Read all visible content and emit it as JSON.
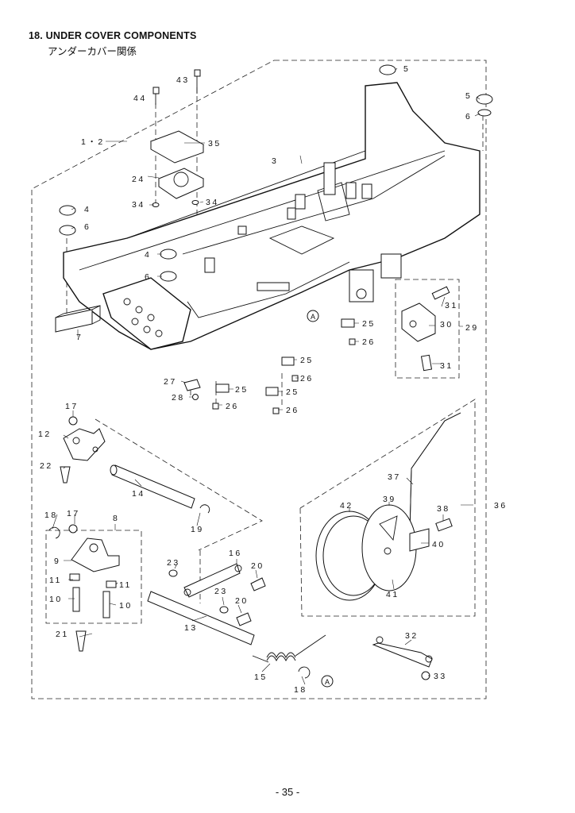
{
  "header": {
    "title": "18. UNDER COVER COMPONENTS",
    "subtitle": "アンダーカバー関係"
  },
  "footer": {
    "page_number": "- 35 -"
  },
  "callouts": {
    "c43": "43",
    "c44": "44",
    "c12": "1・2",
    "c35": "35",
    "c3": "3",
    "c24": "24",
    "c34a": "34",
    "c34b": "34",
    "c4a": "4",
    "c6a": "6",
    "c4b": "4",
    "c6b": "6",
    "c7": "7",
    "c5a": "5",
    "c5b": "5",
    "c6c": "6",
    "c31a": "31",
    "c30": "30",
    "c29": "29",
    "c31b": "31",
    "c25a": "25",
    "c26a": "26",
    "c25b": "25",
    "c26b": "26",
    "c27": "27",
    "c28": "28",
    "c25c": "25",
    "c26c": "26",
    "c25d": "25",
    "c26d": "26",
    "c17a": "17",
    "c12b": "12",
    "c22": "22",
    "c14": "14",
    "c19": "19",
    "c18a": "18",
    "c17b": "17",
    "c8": "8",
    "c9": "9",
    "c11a": "11",
    "c10a": "10",
    "c11b": "11",
    "c10b": "10",
    "c21": "21",
    "c23a": "23",
    "c16": "16",
    "c20a": "20",
    "c23b": "23",
    "c20b": "20",
    "c13": "13",
    "c15": "15",
    "c18b": "18",
    "c37": "37",
    "c42": "42",
    "c39": "39",
    "c38": "38",
    "c36": "36",
    "c40": "40",
    "c41": "41",
    "c32": "32",
    "c33": "33",
    "markerA1": "A",
    "markerA2": "A"
  },
  "colors": {
    "ink": "#111111",
    "paper": "#ffffff"
  }
}
